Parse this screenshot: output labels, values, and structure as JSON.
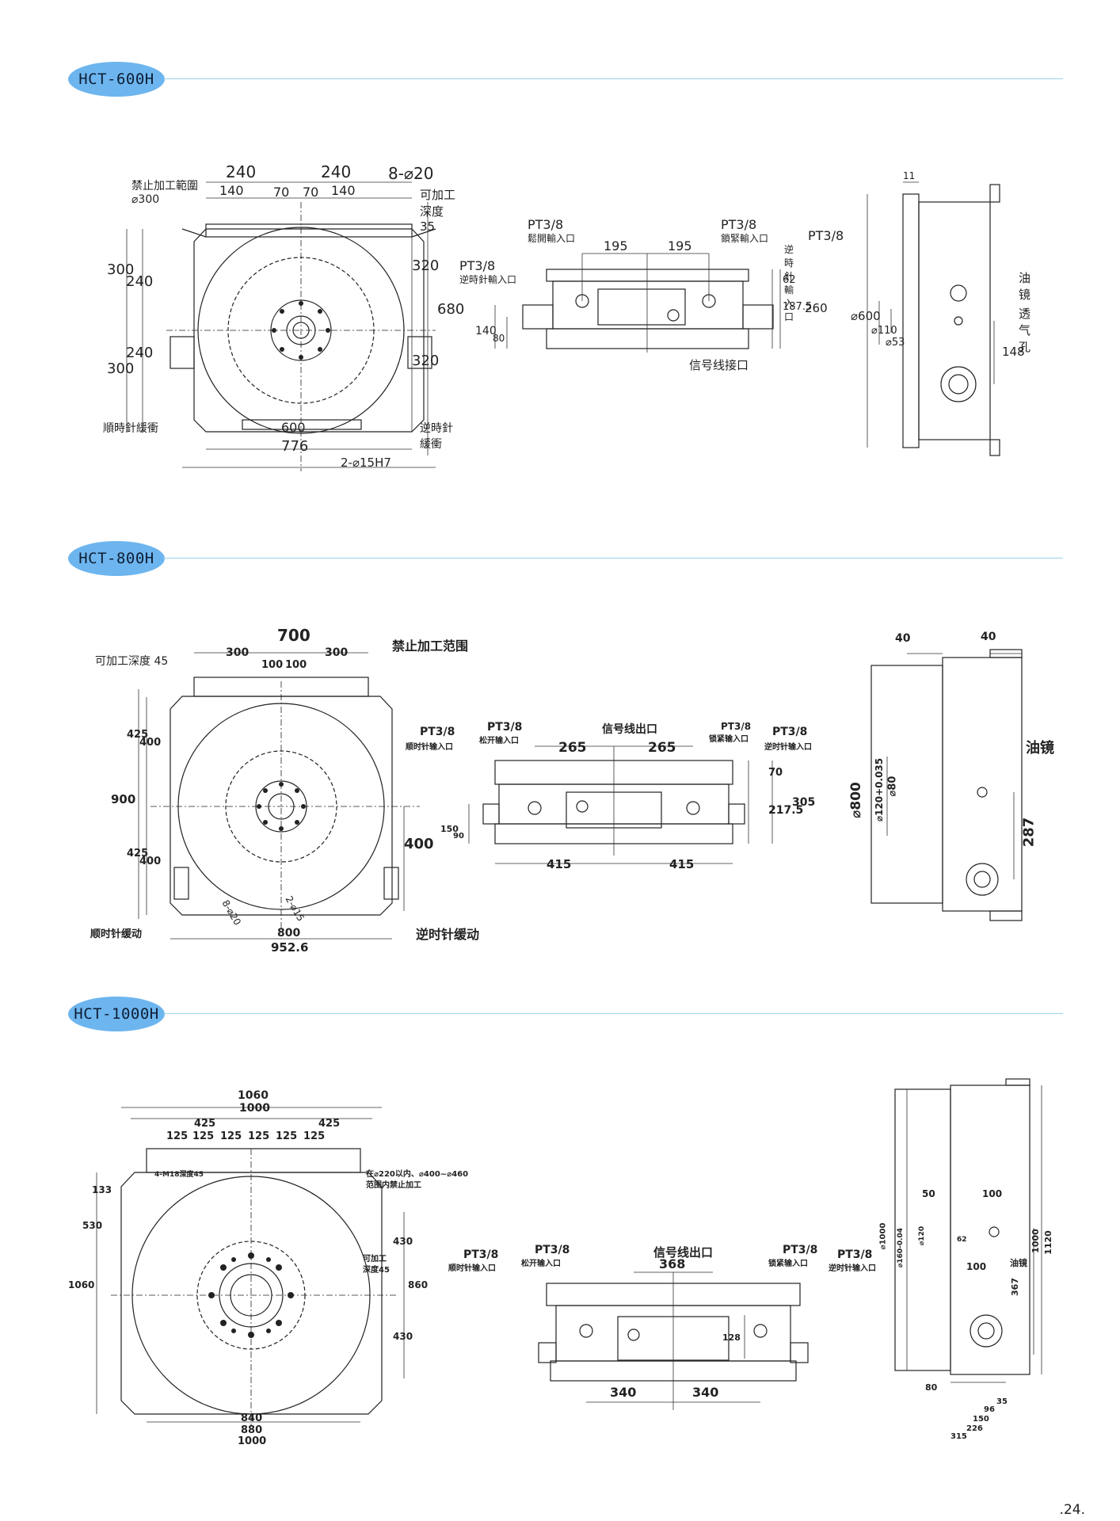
{
  "sections": [
    {
      "model": "HCT-600H",
      "top_view": {
        "labels": [
          "禁止加工範圍",
          "⌀300",
          "8-⌀20",
          "可加工深度 35",
          "順時針緩衝",
          "逆時針緩衝",
          "2-⌀15H7"
        ],
        "dims": [
          "240",
          "240",
          "140",
          "70",
          "70",
          "140",
          "300",
          "240",
          "300",
          "240",
          "320",
          "680",
          "320",
          "600",
          "776"
        ]
      },
      "front_view": {
        "labels": [
          "PT3/8",
          "鬆開輸入口",
          "PT3/8",
          "鎖緊輸入口",
          "PT3/8",
          "逆時針輸入口",
          "PT3/8",
          "逆時針輸入口",
          "信号线接口"
        ],
        "dims": [
          "195",
          "195",
          "62",
          "187.5",
          "260",
          "140",
          "80"
        ]
      },
      "side_view": {
        "labels": [
          "油镜",
          "透气孔"
        ],
        "dims": [
          "11",
          "⌀600",
          "⌀110",
          "⌀53",
          "148"
        ]
      }
    },
    {
      "model": "HCT-800H",
      "top_view": {
        "labels": [
          "可加工深度 45",
          "禁止加工范围",
          "顺时针缓动",
          "逆时针缓动",
          "8-⌀20",
          "2-⌀15"
        ],
        "dims": [
          "700",
          "300",
          "300",
          "100",
          "100",
          "425",
          "400",
          "900",
          "425",
          "400",
          "400",
          "800",
          "952.6"
        ]
      },
      "front_view": {
        "labels": [
          "PT3/8",
          "顺时针输入口",
          "PT3/8",
          "松开输入口",
          "信号线出口",
          "PT3/8",
          "锁紧输入口",
          "PT3/8",
          "逆时针输入口"
        ],
        "dims": [
          "265",
          "265",
          "70",
          "217.5",
          "305",
          "150",
          "90",
          "415",
          "415"
        ]
      },
      "side_view": {
        "labels": [
          "油镜"
        ],
        "dims": [
          "40",
          "40",
          "⌀800",
          "⌀120+0.035",
          "⌀80",
          "287"
        ]
      }
    },
    {
      "model": "HCT-1000H",
      "top_view": {
        "labels": [
          "4-M18深度45",
          "在⌀220以内、⌀400~⌀460",
          "范围内禁止加工",
          "可加工",
          "深度45"
        ],
        "dims": [
          "1060",
          "1000",
          "425",
          "425",
          "125",
          "125",
          "125",
          "125",
          "125",
          "125",
          "133",
          "530",
          "1060",
          "430",
          "860",
          "430",
          "840",
          "880",
          "1000"
        ]
      },
      "front_view": {
        "labels": [
          "PT3/8",
          "顺时针输入口",
          "PT3/8",
          "松开输入口",
          "信号线出口",
          "PT3/8",
          "锁紧输入口",
          "PT3/8",
          "逆时针输入口"
        ],
        "dims": [
          "368",
          "128",
          "340",
          "340"
        ]
      },
      "side_view": {
        "labels": [
          "油镜"
        ],
        "dims": [
          "50",
          "100",
          "⌀1000",
          "⌀160-0.04",
          "⌀120",
          "62",
          "100",
          "367",
          "1000",
          "1120",
          "80",
          "35",
          "96",
          "150",
          "226",
          "315"
        ]
      }
    }
  ],
  "page_number": ".24."
}
